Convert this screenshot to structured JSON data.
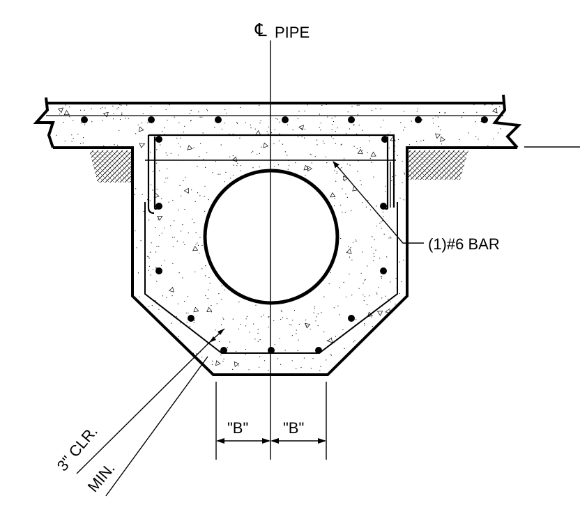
{
  "labels": {
    "centerline_symbol": "℄",
    "centerline_text": "PIPE",
    "bar_callout": "(1)#6 BAR",
    "dim_left": "\"B\"",
    "dim_right": "\"B\"",
    "clearance_line1": "3\" CLR.",
    "clearance_line2": "MIN."
  }
}
